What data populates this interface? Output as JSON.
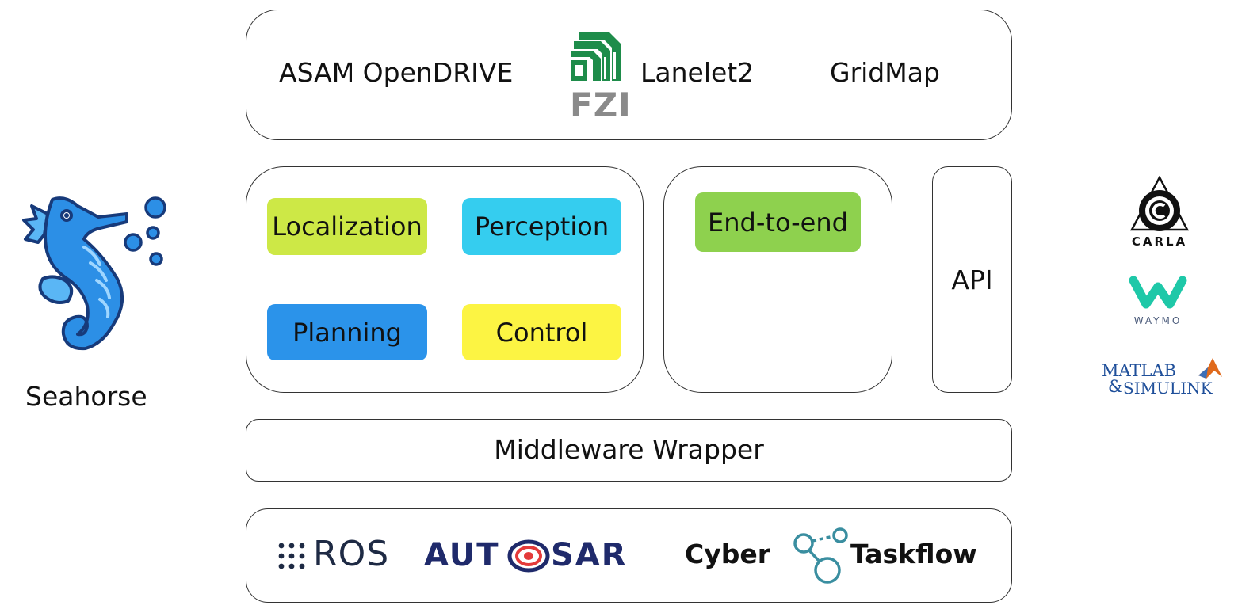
{
  "maps": {
    "opendrive": "ASAM OpenDRIVE",
    "fzi": "FZI",
    "lanelet2": "Lanelet2",
    "gridmap": "GridMap"
  },
  "modules": {
    "localization": "Localization",
    "perception": "Perception",
    "planning": "Planning",
    "control": "Control"
  },
  "end_to_end": {
    "label": "End-to-end"
  },
  "api": {
    "label": "API"
  },
  "middleware": {
    "label": "Middleware Wrapper"
  },
  "frameworks": {
    "ros": "ROS",
    "autosar_left": "AUT",
    "autosar_right": "SAR",
    "cyber": "Cyber",
    "taskflow": "Taskflow"
  },
  "seahorse": {
    "label": "Seahorse"
  },
  "simulators": {
    "carla": "CARLA",
    "waymo": "WAYMO",
    "matlab": "MATLAB",
    "simulink": "SIMULINK"
  },
  "colors": {
    "localization": "#cde846",
    "perception": "#35cdef",
    "planning": "#2b93ea",
    "control": "#fcf443",
    "end_to_end": "#8ed14e",
    "fzi_green": "#1e8c4a",
    "autosar_navy": "#1f2a6b",
    "taskflow_teal": "#3a8ea0",
    "waymo_teal": "#1ec8a8",
    "seahorse_blue": "#2c8fe6"
  }
}
